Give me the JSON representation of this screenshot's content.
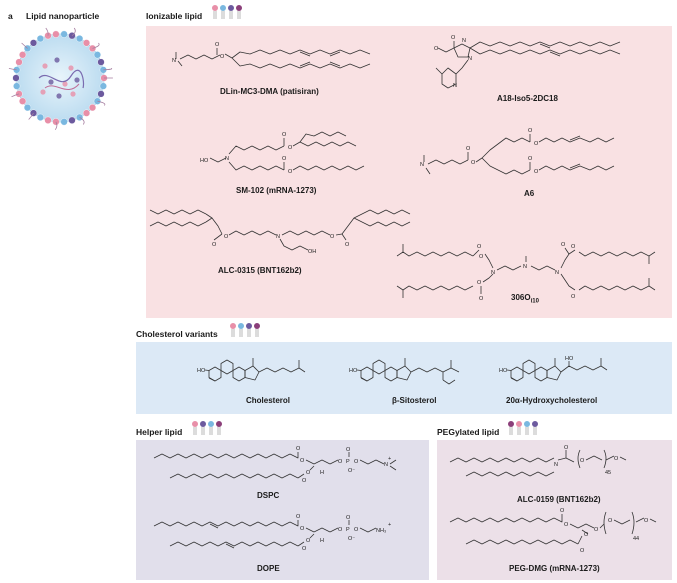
{
  "figure_letter": "a",
  "nanoparticle": {
    "title": "Lipid nanoparticle"
  },
  "ionizable": {
    "title": "Ionizable lipid",
    "labels": {
      "dlin": "DLin-MC3-DMA (patisiran)",
      "a18": "A18-Iso5-2DC18",
      "sm102": "SM-102 (mRNA-1273)",
      "a6": "A6",
      "alc0315": "ALC-0315 (BNT162b2)",
      "o306": "306O",
      "o306_sub": "i10"
    }
  },
  "cholesterol": {
    "title": "Cholesterol variants",
    "labels": {
      "chol": "Cholesterol",
      "sito": "β-Sitosterol",
      "hydroxy": "20α-Hydroxycholesterol"
    }
  },
  "helper": {
    "title": "Helper lipid",
    "labels": {
      "dspc": "DSPC",
      "dope": "DOPE"
    }
  },
  "peg": {
    "title": "PEGylated lipid",
    "labels": {
      "alc0159": "ALC-0159 (BNT162b2)",
      "pegdmg": "PEG-DMG (mRNA-1273)",
      "n45": "45",
      "n44": "44"
    }
  },
  "colors": {
    "ionizable_bg": "#f9e1e3",
    "cholesterol_bg": "#dce9f6",
    "helper_bg": "#e1dfeb",
    "peg_bg": "#ece0e8",
    "ionizable_head": "#e88fa8",
    "cholesterol_head": "#7ab8e0",
    "helper_head": "#6c5a9e",
    "peg_head": "#8b3f7a"
  }
}
